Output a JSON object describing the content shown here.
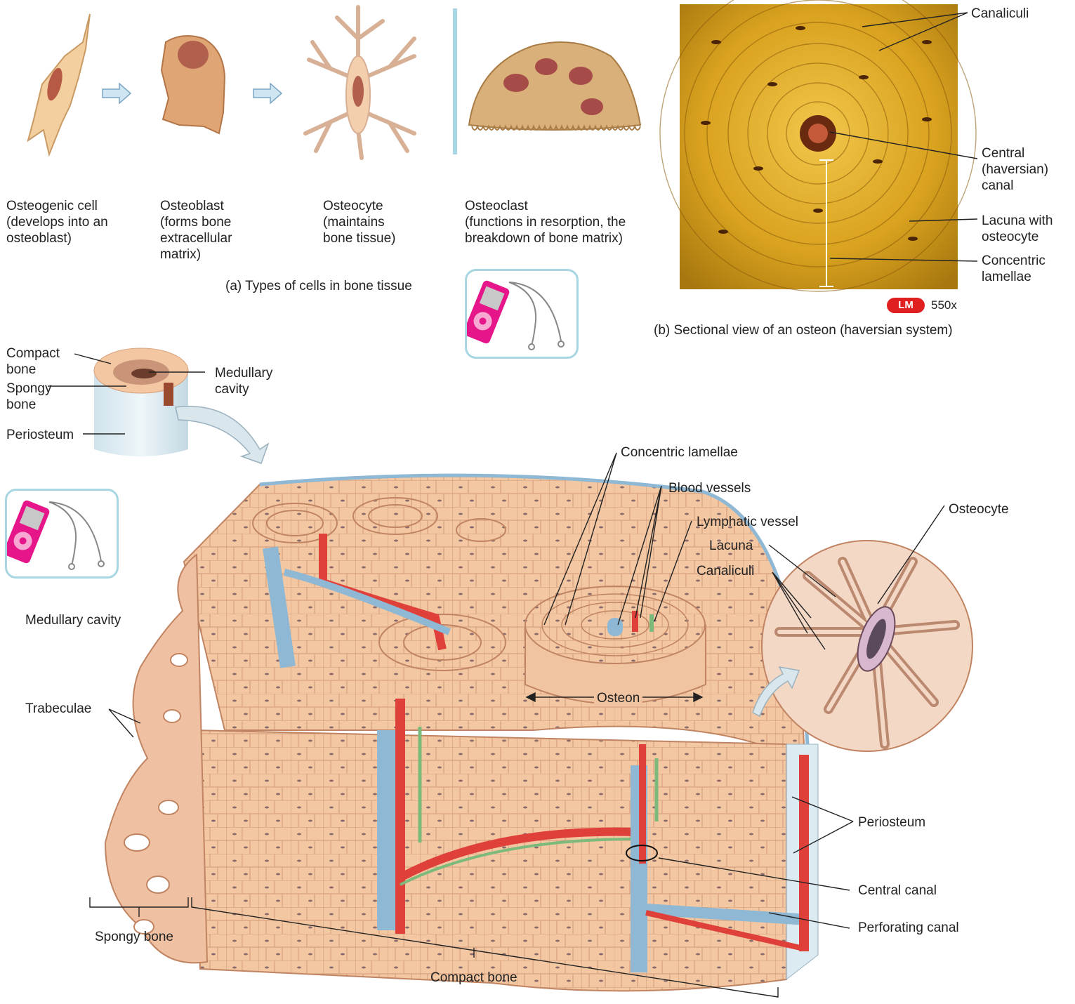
{
  "panel_a": {
    "cells": [
      {
        "name": "osteogenic",
        "label": "Osteogenic cell\n(develops into an\nosteoblast)"
      },
      {
        "name": "osteoblast",
        "label": "Osteoblast\n(forms bone\nextracellular\nmatrix)"
      },
      {
        "name": "osteocyte",
        "label": "Osteocyte\n(maintains\nbone tissue)"
      },
      {
        "name": "osteoclast",
        "label": "Osteoclast\n(functions in resorption, the\nbreakdown of bone matrix)"
      }
    ],
    "caption": "(a) Types of cells in bone tissue"
  },
  "panel_b": {
    "labels": {
      "canaliculi": "Canaliculi",
      "central_canal": "Central\n(haversian)\ncanal",
      "lacuna": "Lacuna with\nosteocyte",
      "lamellae": "Concentric\nlamellae"
    },
    "badge": "LM",
    "magnification": "550x",
    "caption": "(b) Sectional view of an osteon (haversian system)"
  },
  "inset_bone": {
    "compact_bone": "Compact\nbone",
    "spongy_bone": "Spongy\nbone",
    "periosteum": "Periosteum",
    "medullary_cavity": "Medullary\ncavity"
  },
  "main": {
    "medullary_cavity": "Medullary cavity",
    "trabeculae": "Trabeculae",
    "concentric_lamellae": "Concentric lamellae",
    "blood_vessels": "Blood vessels",
    "lymphatic_vessel": "Lymphatic vessel",
    "osteocyte": "Osteocyte",
    "lacuna": "Lacuna",
    "canaliculi": "Canaliculi",
    "osteon": "Osteon",
    "periosteum": "Periosteum",
    "central_canal": "Central canal",
    "perforating_canal": "Perforating canal",
    "spongy_bone": "Spongy bone",
    "compact_bone": "Compact bone"
  },
  "colors": {
    "bone": "#f2c7a2",
    "bone_dark": "#d9a07c",
    "artery": "#e0403a",
    "vein": "#8fb8d4",
    "lymph": "#7cba7c",
    "micrograph": "#d9a21f",
    "media_border": "#a9d6e3",
    "player": "#e6168a",
    "badge": "#e02020"
  },
  "icons": [
    "arrow-right-icon",
    "media-player-icon",
    "curved-arrow-icon"
  ]
}
